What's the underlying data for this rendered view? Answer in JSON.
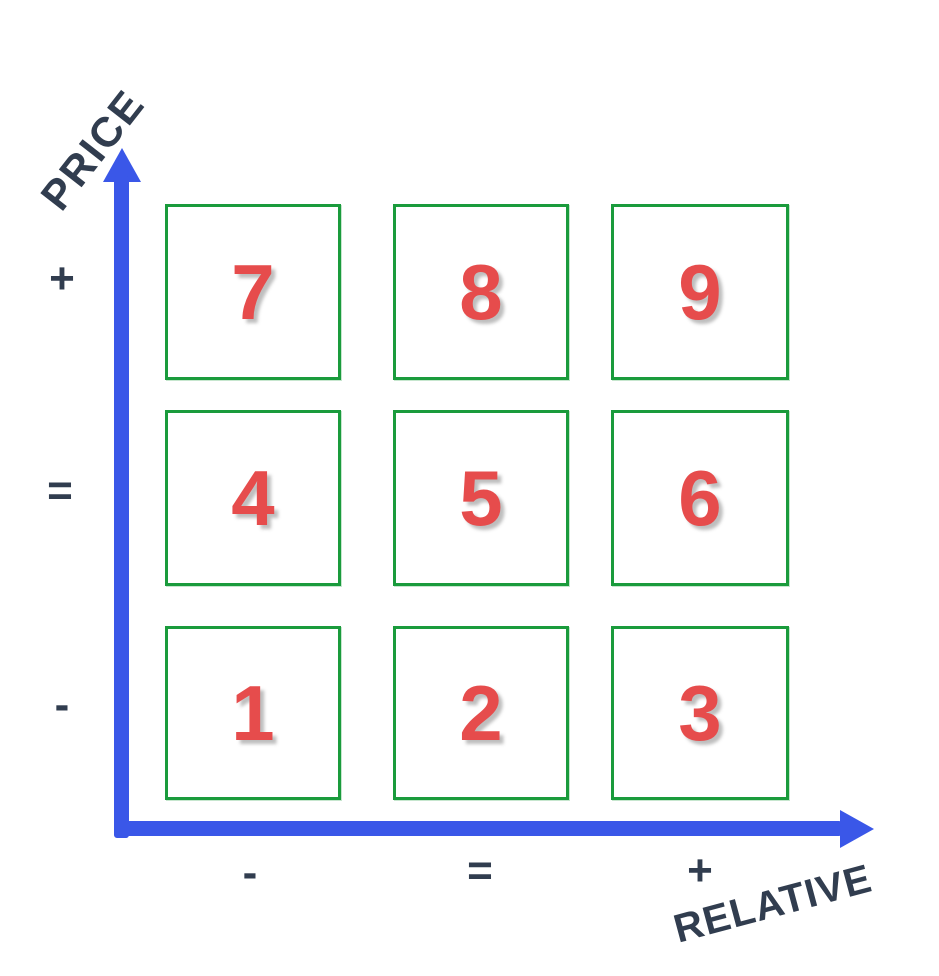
{
  "diagram": {
    "y_axis": {
      "label": "PRICE",
      "ticks": {
        "top": "+",
        "middle": "=",
        "bottom": "-"
      }
    },
    "x_axis": {
      "label": "RELATIVE",
      "ticks": {
        "left": "-",
        "middle": "=",
        "right": "+"
      }
    },
    "grid": {
      "rows": 3,
      "cols": 3,
      "cells": [
        "7",
        "8",
        "9",
        "4",
        "5",
        "6",
        "1",
        "2",
        "3"
      ]
    },
    "colors": {
      "axis": "#3a57e8",
      "box_border": "#1a9b3c",
      "number": "#e64c4c",
      "label": "#313d4f"
    }
  }
}
